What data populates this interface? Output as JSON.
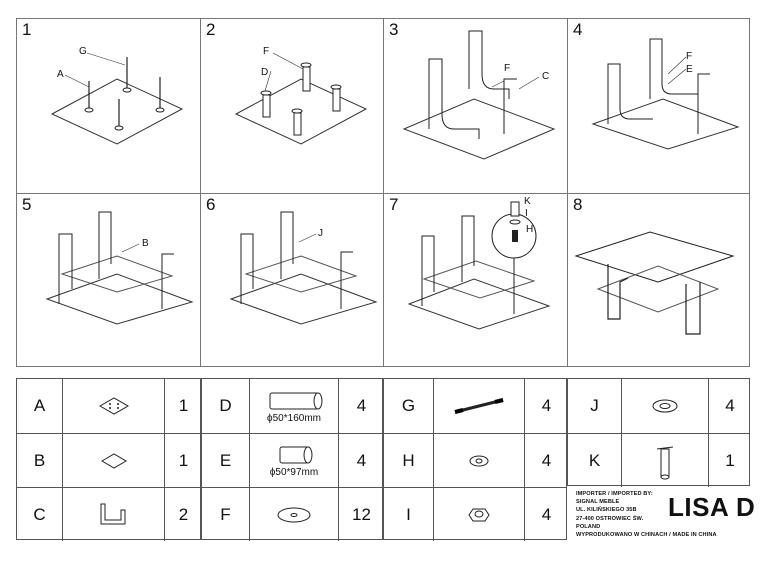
{
  "steps": [
    {
      "number": "1",
      "labels": [
        "G",
        "A"
      ]
    },
    {
      "number": "2",
      "labels": [
        "F",
        "D"
      ]
    },
    {
      "number": "3",
      "labels": [
        "F",
        "C"
      ]
    },
    {
      "number": "4",
      "labels": [
        "F",
        "E"
      ]
    },
    {
      "number": "5",
      "labels": [
        "B"
      ]
    },
    {
      "number": "6",
      "labels": [
        "J"
      ]
    },
    {
      "number": "7",
      "labels": [
        "K",
        "I",
        "H"
      ]
    },
    {
      "number": "8",
      "labels": []
    }
  ],
  "parts": {
    "col1": [
      {
        "letter": "A",
        "qty": "1",
        "icon": "glass-top-icon"
      },
      {
        "letter": "B",
        "qty": "1",
        "icon": "glass-shelf-icon"
      },
      {
        "letter": "C",
        "qty": "2",
        "icon": "u-leg-frame-icon"
      }
    ],
    "col2": [
      {
        "letter": "D",
        "qty": "4",
        "icon": "tube-icon",
        "dimension": "ϕ50*160mm"
      },
      {
        "letter": "E",
        "qty": "4",
        "icon": "tube-icon",
        "dimension": "ϕ50*97mm"
      },
      {
        "letter": "F",
        "qty": "12",
        "icon": "disc-icon"
      }
    ],
    "col3": [
      {
        "letter": "G",
        "qty": "4",
        "icon": "threaded-rod-icon"
      },
      {
        "letter": "H",
        "qty": "4",
        "icon": "washer-icon"
      },
      {
        "letter": "I",
        "qty": "4",
        "icon": "hex-nut-icon"
      }
    ],
    "col4": [
      {
        "letter": "J",
        "qty": "4",
        "icon": "rubber-ring-icon"
      },
      {
        "letter": "K",
        "qty": "1",
        "icon": "socket-wrench-icon"
      }
    ]
  },
  "importer": {
    "line1": "IMPORTER / IMPORTED BY:",
    "line2": "SIGNAL MEBLE",
    "line3": "UL. KILIŃSKIEGO 35B",
    "line4": "27-400 OSTROWIEC ŚW.",
    "line5": "POLAND",
    "line6": "WYPRODUKOWANO W CHINACH / MADE IN CHINA"
  },
  "product_name": "LISA D"
}
